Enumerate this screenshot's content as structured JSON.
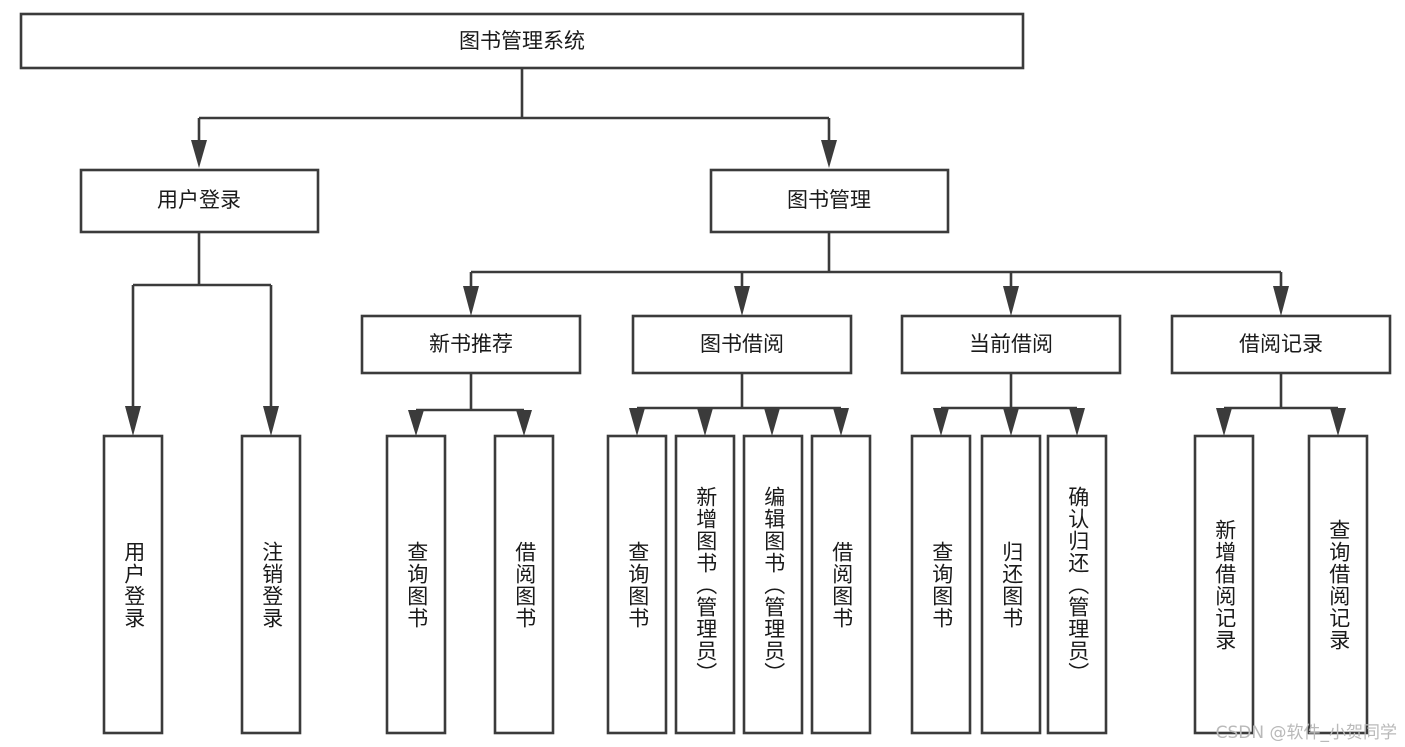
{
  "diagram": {
    "title": "图书管理系统",
    "type": "tree-hierarchy",
    "root": {
      "label": "图书管理系统"
    },
    "level2": [
      {
        "label": "用户登录"
      },
      {
        "label": "图书管理"
      }
    ],
    "level3": [
      {
        "label": "新书推荐",
        "parent": "图书管理"
      },
      {
        "label": "图书借阅",
        "parent": "图书管理"
      },
      {
        "label": "当前借阅",
        "parent": "图书管理"
      },
      {
        "label": "借阅记录",
        "parent": "图书管理"
      }
    ],
    "leaves": {
      "user_login": [
        {
          "label": "用户登录"
        },
        {
          "label": "注销登录"
        }
      ],
      "new_book_rec": [
        {
          "label": "查询图书"
        },
        {
          "label": "借阅图书"
        }
      ],
      "book_borrow": [
        {
          "label": "查询图书"
        },
        {
          "label": "新增图书（管理员）"
        },
        {
          "label": "编辑图书（管理员）"
        },
        {
          "label": "借阅图书"
        }
      ],
      "current_borrow": [
        {
          "label": "查询图书"
        },
        {
          "label": "归还图书"
        },
        {
          "label": "确认归还（管理员）"
        }
      ],
      "borrow_record": [
        {
          "label": "新增借阅记录"
        },
        {
          "label": "查询借阅记录"
        }
      ]
    }
  },
  "watermark": {
    "text": "CSDN @软件_小贺同学"
  },
  "colors": {
    "stroke": "#3b3b3b",
    "box_fill": "#ffffff",
    "text": "#1a1a1a",
    "background": "#ffffff",
    "watermark": "#b9b9b9"
  }
}
